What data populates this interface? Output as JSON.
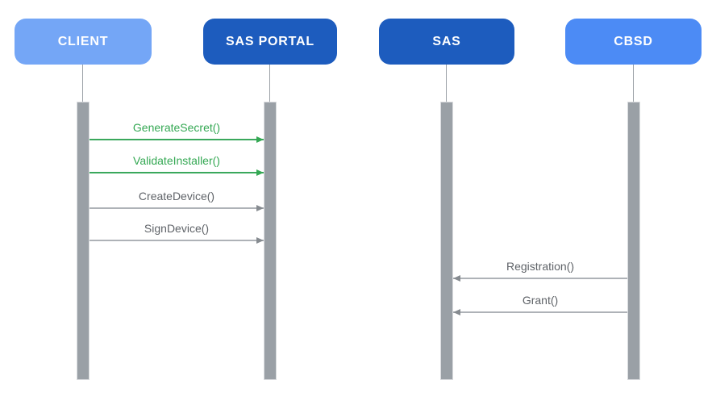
{
  "diagram": {
    "type": "sequence-diagram",
    "actors": [
      {
        "id": "client",
        "label": "CLIENT",
        "color": "#74a6f6"
      },
      {
        "id": "sas-portal",
        "label": "SAS PORTAL",
        "color": "#1d5cbe"
      },
      {
        "id": "sas",
        "label": "SAS",
        "color": "#1d5cbe"
      },
      {
        "id": "cbsd",
        "label": "CBSD",
        "color": "#4c8bf5"
      }
    ],
    "messages": [
      {
        "label": "GenerateSecret()",
        "from": "CLIENT",
        "to": "SAS PORTAL",
        "direction": "right",
        "color": "#34a853"
      },
      {
        "label": "ValidateInstaller()",
        "from": "CLIENT",
        "to": "SAS PORTAL",
        "direction": "right",
        "color": "#34a853"
      },
      {
        "label": "CreateDevice()",
        "from": "CLIENT",
        "to": "SAS PORTAL",
        "direction": "right",
        "color": "#5f6368"
      },
      {
        "label": "SignDevice()",
        "from": "CLIENT",
        "to": "SAS PORTAL",
        "direction": "right",
        "color": "#5f6368"
      },
      {
        "label": "Registration()",
        "from": "CBSD",
        "to": "SAS",
        "direction": "left",
        "color": "#5f6368"
      },
      {
        "label": "Grant()",
        "from": "CBSD",
        "to": "SAS",
        "direction": "left",
        "color": "#5f6368"
      }
    ],
    "colors": {
      "actor_light_blue": "#74a6f6",
      "actor_dark_blue": "#1d5cbe",
      "actor_medium_blue": "#4c8bf5",
      "lifeline_gray": "#9aa0a6",
      "message_green": "#34a853",
      "message_gray_text": "#5f6368",
      "message_gray_line": "#aeb2b7",
      "background": "#ffffff"
    }
  }
}
